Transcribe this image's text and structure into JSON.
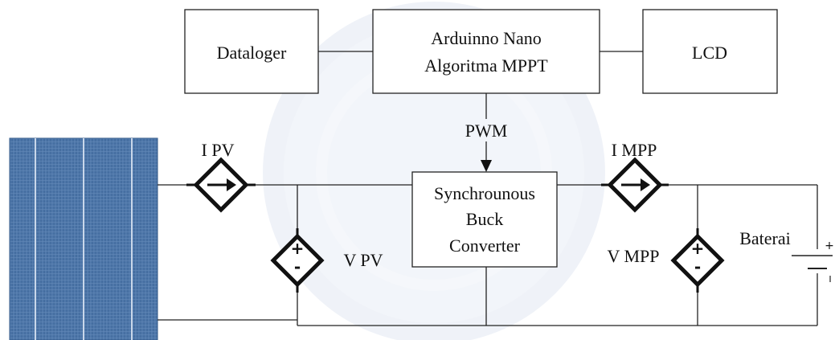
{
  "blocks": {
    "datalogger": "Dataloger",
    "controller_line1": "Arduinno Nano",
    "controller_line2": "Algoritma MPPT",
    "display": "LCD",
    "converter_line1": "Synchrounous",
    "converter_line2": "Buck",
    "converter_line3": "Converter"
  },
  "signals": {
    "pwm": "PWM",
    "i_pv": "I PV",
    "v_pv": "V PV",
    "i_mpp": "I MPP",
    "v_mpp": "V MPP",
    "battery": "Baterai"
  },
  "components": {
    "solar_panel": "solar-panel",
    "current_sensor": "dependent-current-source",
    "voltage_sensor": "dependent-voltage-source",
    "battery": "battery-symbol"
  },
  "colors": {
    "panel_blue": "#4f77a8",
    "panel_dark": "#2f5686",
    "line": "#222222",
    "watermark": "#e9eef6"
  }
}
